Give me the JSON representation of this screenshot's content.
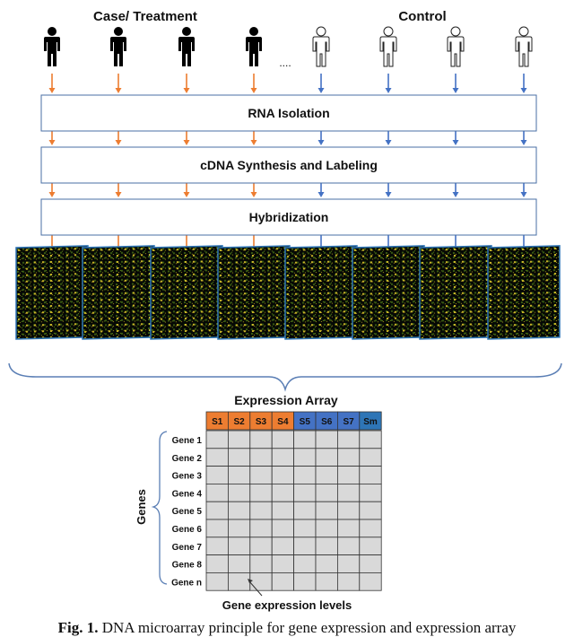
{
  "groups": {
    "case_label": "Case/ Treatment",
    "control_label": "Control",
    "ellipsis": "....",
    "case_count": 4,
    "control_count": 4
  },
  "steps": [
    "RNA Isolation",
    "cDNA Synthesis and Labeling",
    "Hybridization"
  ],
  "array": {
    "title": "Expression Array",
    "samples": [
      "S1",
      "S2",
      "S3",
      "S4",
      "S5",
      "S6",
      "S7",
      "Sm"
    ],
    "genes": [
      "Gene 1",
      "Gene 2",
      "Gene 3",
      "Gene 4",
      "Gene 5",
      "Gene 6",
      "Gene 7",
      "Gene 8",
      "Gene n"
    ],
    "axis_label": "Genes",
    "cells_label": "Gene expression levels"
  },
  "caption": {
    "prefix": "Fig. 1.",
    "text": "DNA microarray principle for gene expression and expression array"
  },
  "colors": {
    "case": "#ED7D31",
    "control": "#4472C4",
    "case_header": "#ED7D31",
    "control_header": "#4472C4",
    "last_header": "#2E75B6",
    "chip_border": "#2E75B6",
    "cell_fill": "#D9D9D9",
    "step_border": "#4A6FA5"
  }
}
